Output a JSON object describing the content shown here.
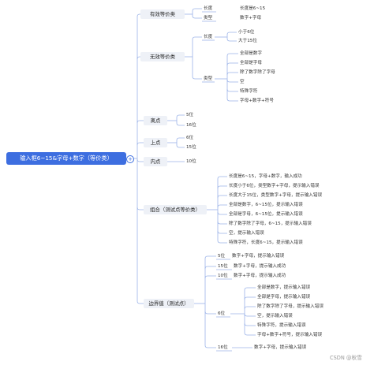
{
  "root": {
    "label": "输入框6~15&字母+数字（等价类）",
    "expand_icon": "+"
  },
  "valid": {
    "label": "有效等价类",
    "length": {
      "label": "长度",
      "value": "长度是6~15"
    },
    "type": {
      "label": "类型",
      "value": "数字+字母"
    }
  },
  "invalid": {
    "label": "无效等价类",
    "length": {
      "label": "长度",
      "items": [
        "小于6位",
        "大于15位"
      ]
    },
    "type": {
      "label": "类型",
      "items": [
        "全部是数字",
        "全部是字母",
        "除了数字除了字母",
        "空",
        "特殊字符",
        "字母+数字+符号"
      ]
    }
  },
  "hit": {
    "label": "离点",
    "items": [
      "5位",
      "16位"
    ]
  },
  "on": {
    "label": "上点",
    "items": [
      "6位",
      "15位"
    ]
  },
  "inner": {
    "label": "内点",
    "value": "10位"
  },
  "combo": {
    "label": "组合（测试点等价类）",
    "items": [
      "长度是6~15，字母+数字，输入成功",
      "长度小于6位，类型数字+字母，提示输入错误",
      "长度大于15位，类型数字+字母，提示输入错误",
      "全部是数字，6~15位，提示输入错误",
      "全部是字母，6~15位，提示输入错误",
      "除了数字除了字母，6~15，提示输入错误",
      "空，提示输入错误",
      "特殊字符，长度6~15，提示输入错误"
    ]
  },
  "boundary": {
    "label": "边界值（测试点）",
    "five": {
      "label": "5位",
      "value": "数字+字母，提示输入错误"
    },
    "fifteen": {
      "label": "15位",
      "value": "数字+字母，提示输入成功"
    },
    "ten": {
      "label": "10位",
      "value": "数字+字母，提示输入成功"
    },
    "six": {
      "label": "6位",
      "items": [
        "全部是数字，提示输入错误",
        "全部是字母，提示输入错误",
        "除了数字除了字母，提示输入错误",
        "空，提示输入错误",
        "特殊字符，提示输入错误",
        "字母+数字+符号，提示输入错误"
      ]
    },
    "sixteen": {
      "label": "16位",
      "value": "数字+字母，提示输入错误"
    }
  },
  "watermark": "CSDN @秋雪",
  "colors": {
    "root": "#3d6ee0",
    "line": "#9bb3e8",
    "node_bg": "#eef1f7"
  }
}
